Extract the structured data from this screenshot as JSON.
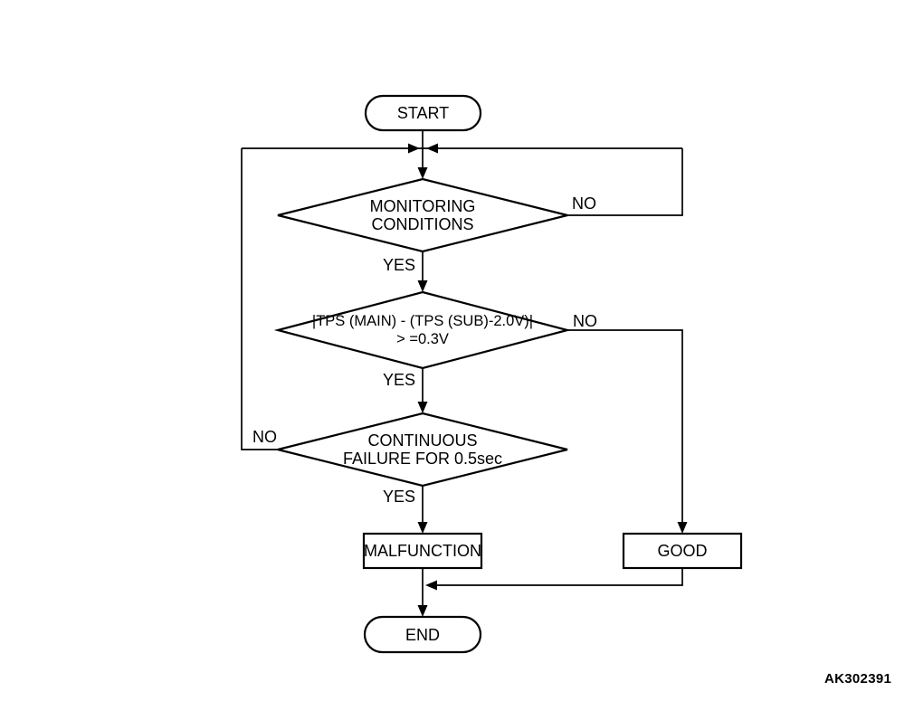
{
  "flowchart": {
    "nodes": {
      "start": {
        "label": "START"
      },
      "monitoring_conditions": {
        "line1": "MONITORING",
        "line2": "CONDITIONS"
      },
      "tps_check": {
        "line1": "|TPS (MAIN) - (TPS (SUB)-2.0V)|",
        "line2": "> =0.3V"
      },
      "continuous_failure": {
        "line1": "CONTINUOUS",
        "line2": "FAILURE FOR 0.5sec"
      },
      "malfunction": {
        "label": "MALFUNCTION"
      },
      "good": {
        "label": "GOOD"
      },
      "end": {
        "label": "END"
      }
    },
    "edge_labels": {
      "monitoring_no": "NO",
      "monitoring_yes": "YES",
      "tps_no": "NO",
      "tps_yes": "YES",
      "continuous_no": "NO",
      "continuous_yes": "YES"
    },
    "figure_code": "AK302391",
    "colors": {
      "stroke": "#000000",
      "background": "#ffffff"
    }
  }
}
